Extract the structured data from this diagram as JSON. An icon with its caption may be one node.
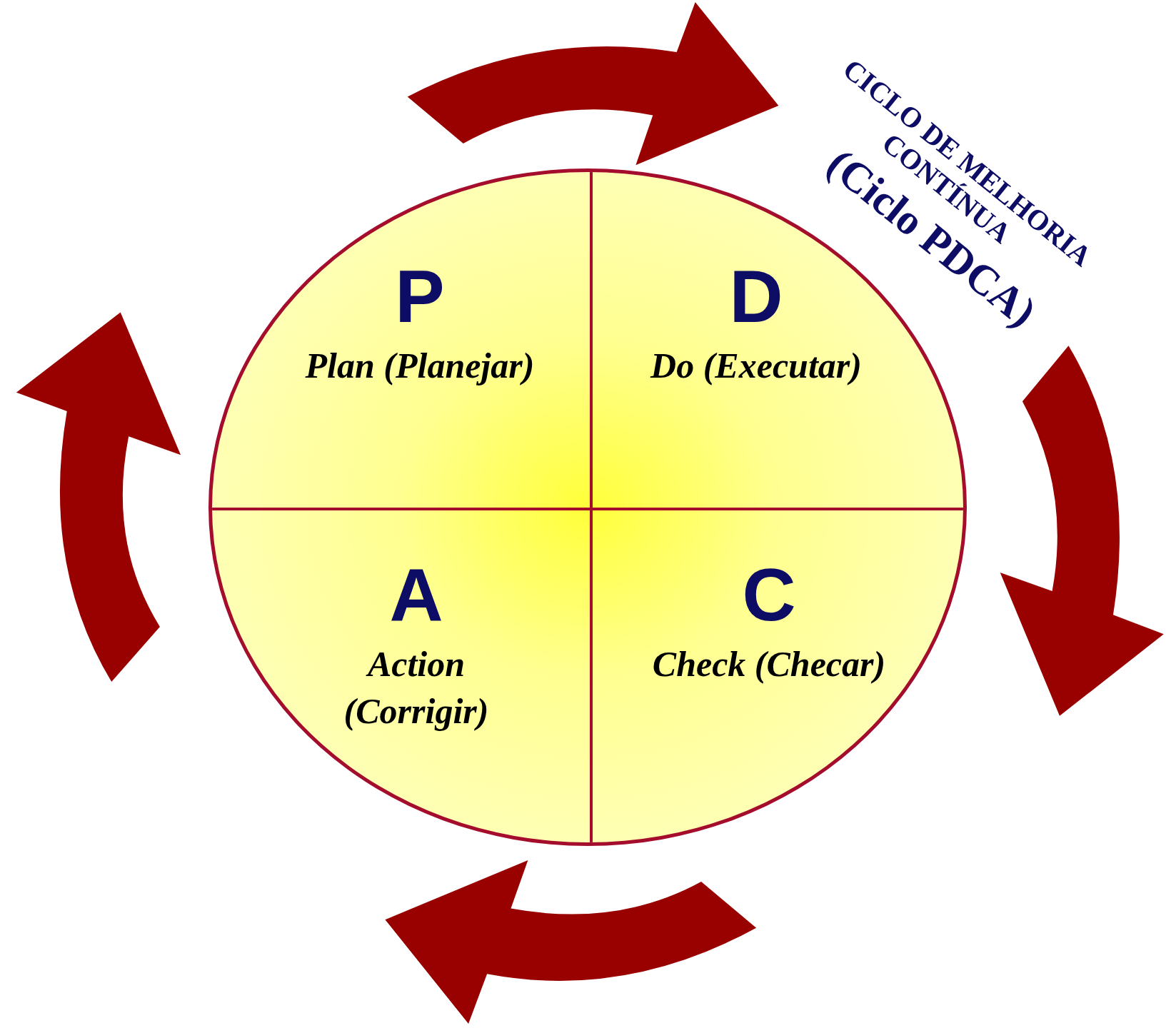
{
  "diagram": {
    "title": "CICLO DE MELHORIA CONTÍNUA",
    "nodes": [
      {
        "text": [],
        "shape": "ellipse"
      },
      {
        "text": [
          "P",
          "Plan (Planejar)"
        ],
        "in": 0
      },
      {
        "text": [
          "D",
          "Do (Executar)"
        ],
        "in": 0
      },
      {
        "text": [
          "A",
          "Action (Corrigir)"
        ],
        "in": 0
      },
      {
        "text": [
          "C",
          "Check (Checar)"
        ],
        "in": 0
      }
    ],
    "labels": [
      "(Ciclo PDCA)"
    ]
  }
}
